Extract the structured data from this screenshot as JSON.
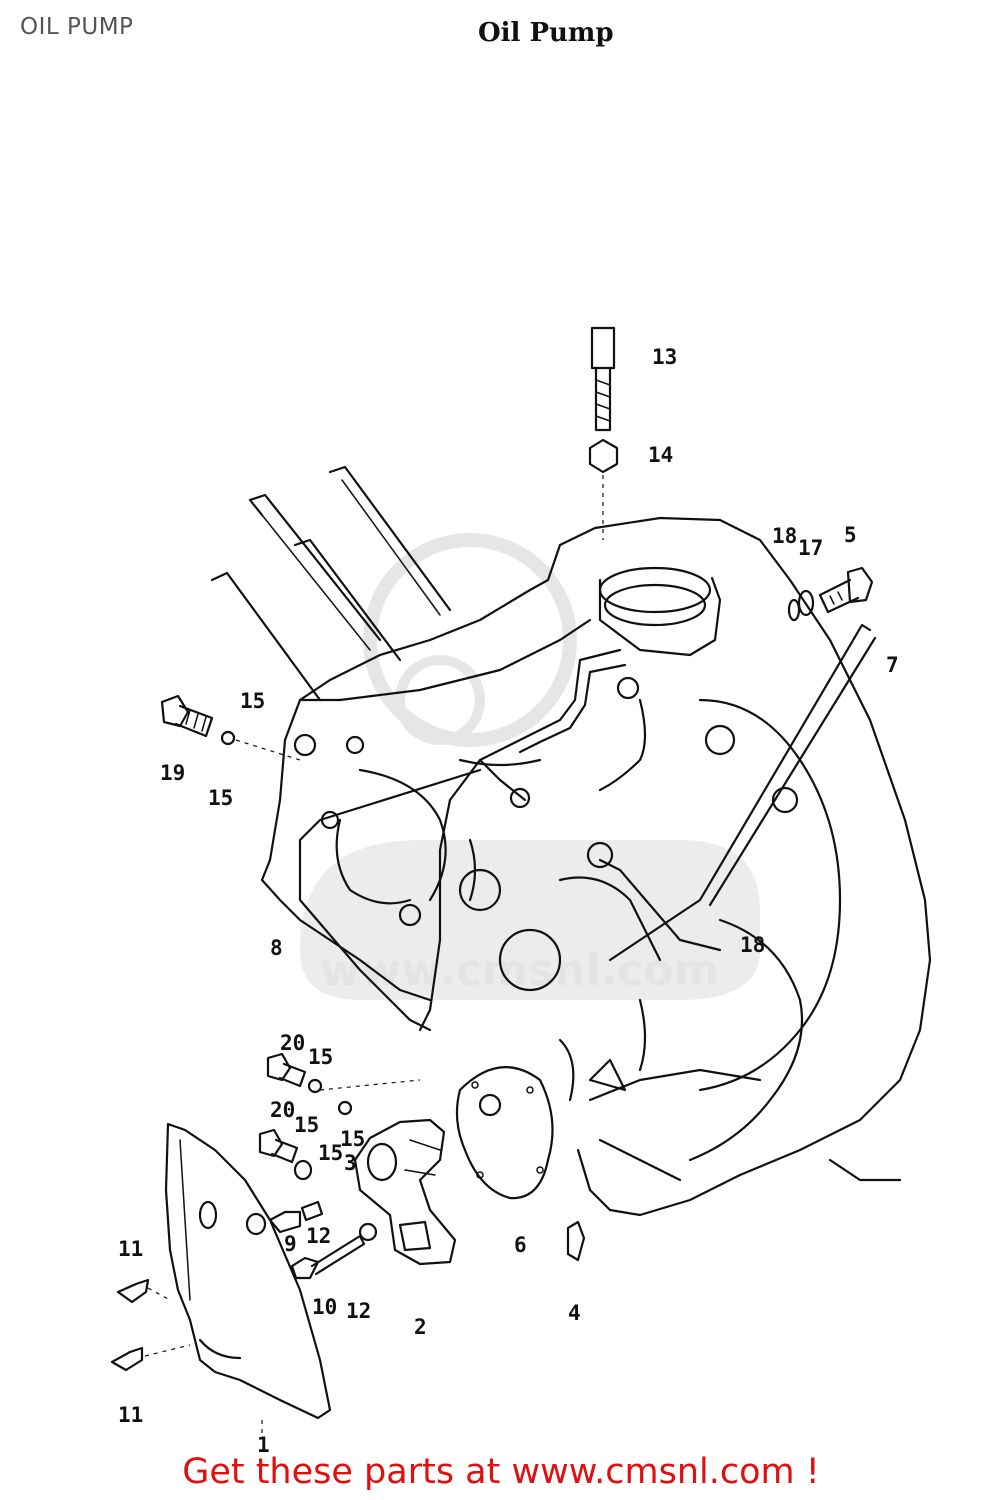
{
  "header": {
    "page_label": "OIL PUMP",
    "diagram_title": "Oil Pump"
  },
  "watermark": {
    "site": "www.cmsnl.com"
  },
  "callouts": [
    "13",
    "14",
    "18",
    "17",
    "5",
    "7",
    "15",
    "19",
    "15",
    "8",
    "18",
    "20",
    "15",
    "20",
    "15",
    "15",
    "15",
    "3",
    "12",
    "9",
    "11",
    "10",
    "12",
    "2",
    "6",
    "4",
    "11",
    "1"
  ],
  "footer": {
    "cta": "Get these parts at www.cmsnl.com !"
  },
  "colors": {
    "footer_text": "#e01010",
    "line_art": "#111111",
    "watermark": "#e4e4e4"
  }
}
